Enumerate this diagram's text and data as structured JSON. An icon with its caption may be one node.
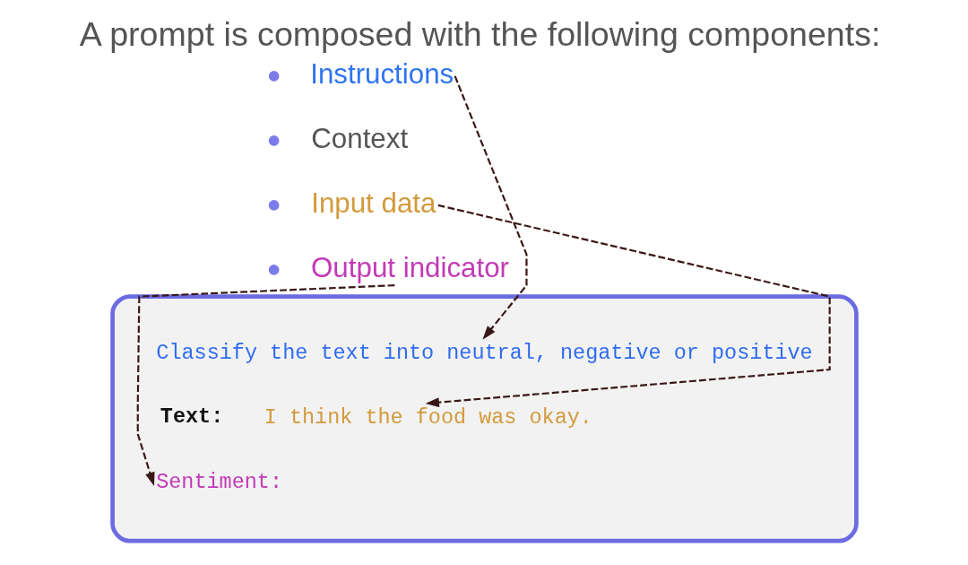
{
  "diagram": {
    "title": "A prompt is composed with the following components:",
    "nodes": [
      {
        "text": [
          "Instructions"
        ]
      },
      {
        "text": [
          "Context"
        ]
      },
      {
        "text": [
          "Input data"
        ]
      },
      {
        "text": [
          "Output indicator"
        ]
      },
      {
        "text": [],
        "shape": "box"
      },
      {
        "text": [
          "Classify the text into neutral, negative or positive"
        ],
        "in": 4
      },
      {
        "text": [
          "Text:"
        ],
        "in": 4
      },
      {
        "text": [
          "I think the food was okay."
        ],
        "in": 4
      },
      {
        "text": [
          "Sentiment:"
        ],
        "in": 4
      }
    ],
    "edges": [
      {
        "from": 0,
        "to": 5,
        "arrow": "to",
        "style": "dashed"
      },
      {
        "from": 2,
        "to": 7,
        "arrow": "to",
        "style": "dashed"
      },
      {
        "from": 3,
        "to": 8,
        "arrow": "to",
        "style": "dashed"
      }
    ]
  }
}
